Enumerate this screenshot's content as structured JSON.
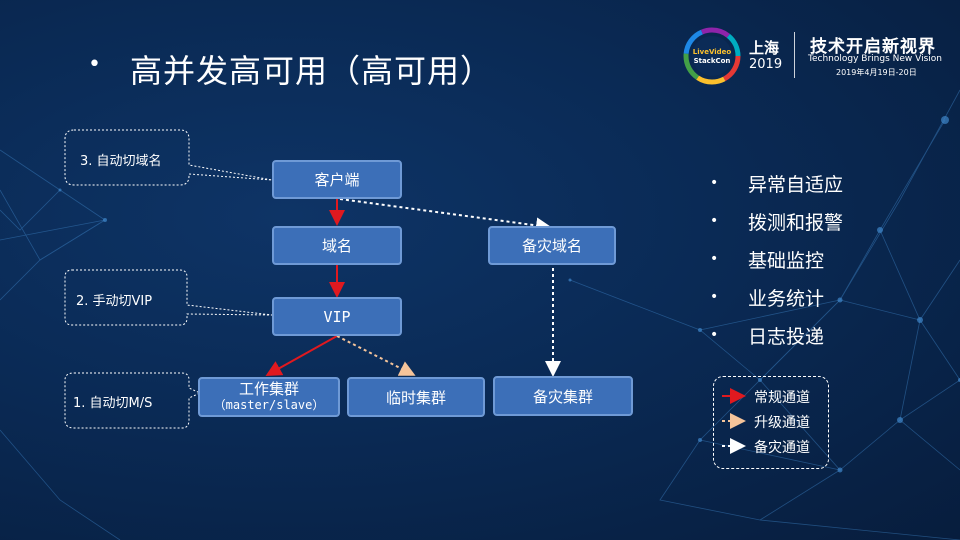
{
  "slide": {
    "bullet": "•",
    "title": "高并发高可用（高可用）"
  },
  "logo": {
    "badge_line1": "LiveVideo",
    "badge_line2": "StackCon",
    "city": "上海",
    "year": "2019",
    "slogan_zh": "技术开启新视界",
    "slogan_en": "Technology Brings New Vision",
    "date": "2019年4月19日-20日"
  },
  "diagram": {
    "nodes": {
      "client": "客户端",
      "domain": "域名",
      "backup_domain": "备灾域名",
      "vip": "VIP",
      "work_cluster": "工作集群",
      "work_cluster_sub": "（master/slave）",
      "temp_cluster": "临时集群",
      "backup_cluster": "备灾集群"
    },
    "callouts": {
      "auto_domain": "3. 自动切域名",
      "manual_vip": "2. 手动切VIP",
      "auto_ms": "1.  自动切M/S"
    }
  },
  "features": [
    "异常自适应",
    "拨测和报警",
    "基础监控",
    "业务统计",
    "日志投递"
  ],
  "legend": {
    "normal": "常规通道",
    "upgrade": "升级通道",
    "backup": "备灾通道"
  },
  "colors": {
    "normal_arrow": "#e0191f",
    "upgrade_arrow": "#f5c49a",
    "backup_arrow": "#ffffff",
    "node_fill": "#3c6fb8",
    "node_border": "#6f9ad6"
  }
}
